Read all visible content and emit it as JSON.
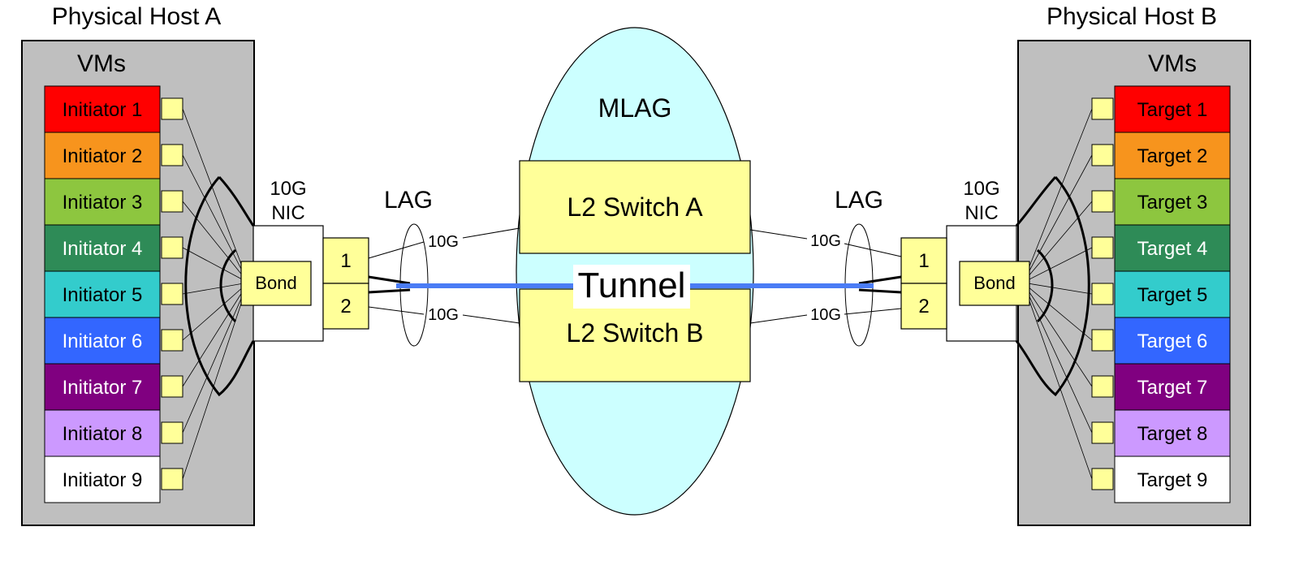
{
  "host_a": {
    "title": "Physical Host A",
    "vms_title": "VMs",
    "nic_label_line1": "10G",
    "nic_label_line2": "NIC",
    "bond_label": "Bond",
    "lag_label": "LAG",
    "ports": [
      "1",
      "2"
    ],
    "vms": [
      {
        "label": "Initiator 1",
        "color": "#ff0000"
      },
      {
        "label": "Initiator 2",
        "color": "#f7941d"
      },
      {
        "label": "Initiator 3",
        "color": "#8dc63f"
      },
      {
        "label": "Initiator 4",
        "color": "#2e8b57"
      },
      {
        "label": "Initiator 5",
        "color": "#33cccc"
      },
      {
        "label": "Initiator 6",
        "color": "#3366ff"
      },
      {
        "label": "Initiator 7",
        "color": "#800080"
      },
      {
        "label": "Initiator 8",
        "color": "#cc99ff"
      },
      {
        "label": "Initiator 9",
        "color": "#ffffff"
      }
    ]
  },
  "host_b": {
    "title": "Physical Host B",
    "vms_title": "VMs",
    "nic_label_line1": "10G",
    "nic_label_line2": "NIC",
    "bond_label": "Bond",
    "lag_label": "LAG",
    "ports": [
      "1",
      "2"
    ],
    "vms": [
      {
        "label": "Target 1",
        "color": "#ff0000"
      },
      {
        "label": "Target 2",
        "color": "#f7941d"
      },
      {
        "label": "Target 3",
        "color": "#8dc63f"
      },
      {
        "label": "Target 4",
        "color": "#2e8b57"
      },
      {
        "label": "Target 5",
        "color": "#33cccc"
      },
      {
        "label": "Target 6",
        "color": "#3366ff"
      },
      {
        "label": "Target 7",
        "color": "#800080"
      },
      {
        "label": "Target 8",
        "color": "#cc99ff"
      },
      {
        "label": "Target 9",
        "color": "#ffffff"
      }
    ]
  },
  "mlag": {
    "label": "MLAG",
    "switch_a": "L2 Switch A",
    "switch_b": "L2 Switch B"
  },
  "links": {
    "speed_label": "10G"
  },
  "tunnel": {
    "label": "Tunnel",
    "color": "#4a7cf5"
  },
  "colors": {
    "host_bg": "#bfbfbf",
    "port_fill": "#ffff99",
    "mlag_fill": "#ccffff",
    "nic_fill": "#ffffff"
  }
}
